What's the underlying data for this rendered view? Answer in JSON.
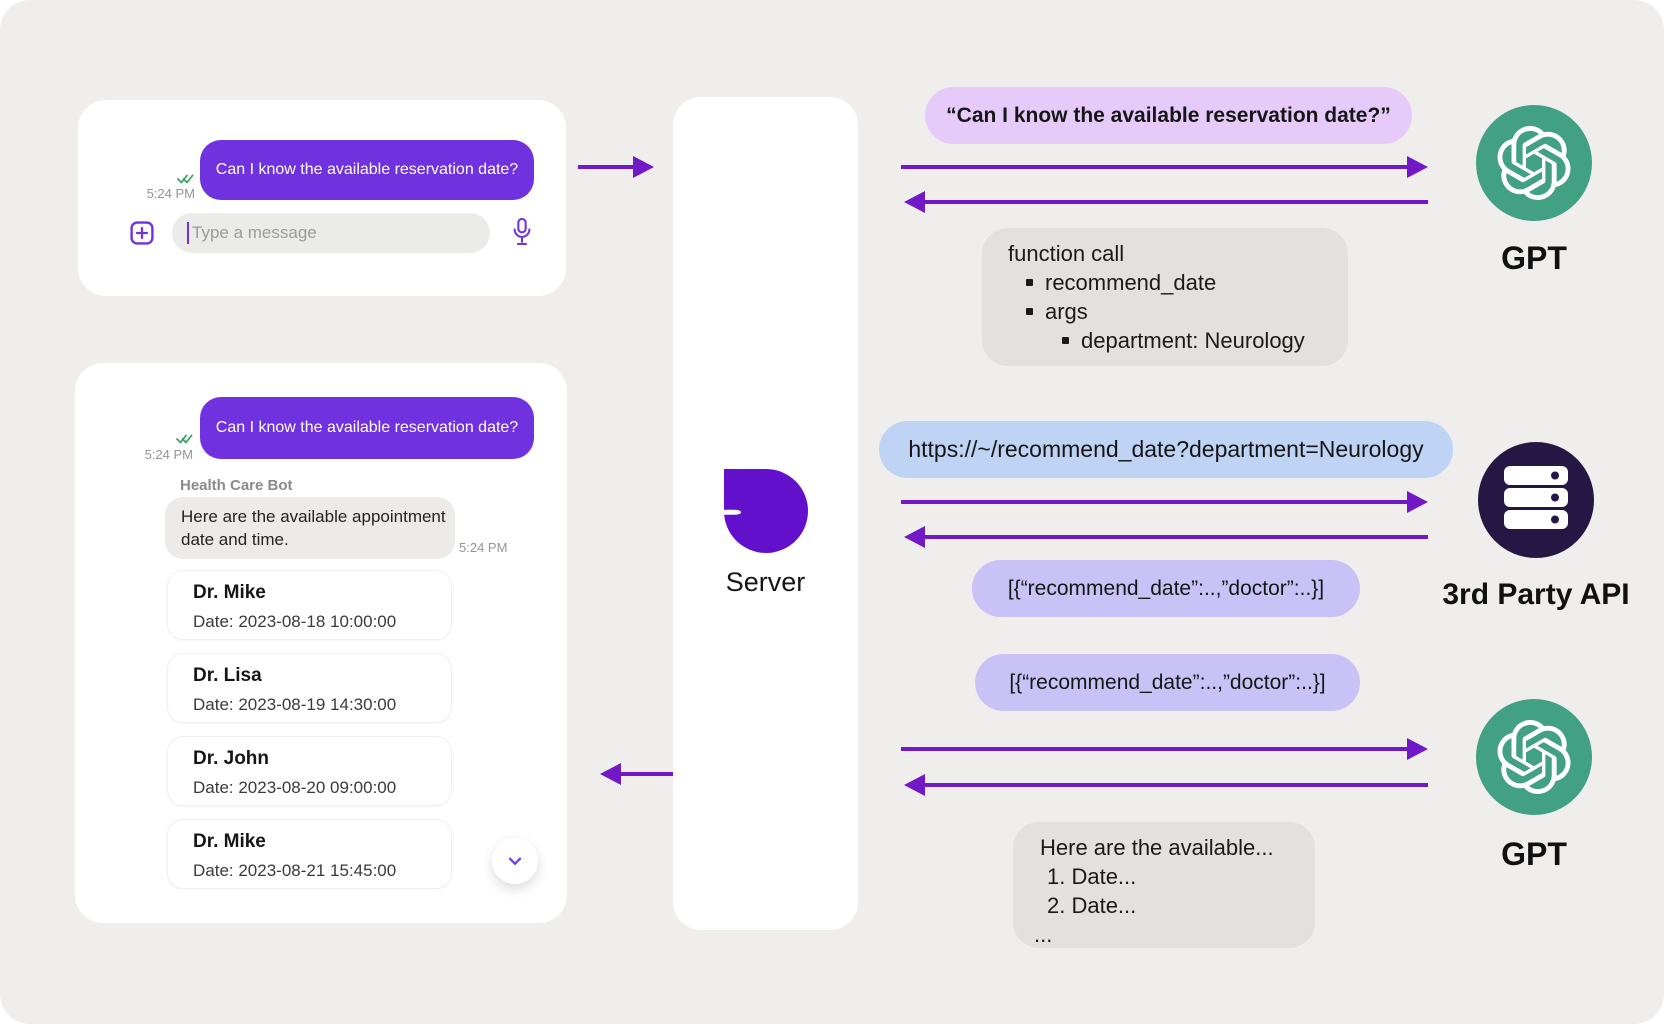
{
  "colors": {
    "primary_purple": "#7032DE",
    "logo_purple": "#6210CC",
    "arrow_purple": "#7118C7",
    "gpt_green": "#42A083",
    "api_navy": "#241743",
    "request_bubble_bg": "#E6CBFA",
    "url_bubble_bg": "#BFD3F5",
    "json_bubble_bg": "#C9C2F6",
    "gray_box_bg": "#E2E1E0",
    "check_green": "#3BA55D",
    "background": "#EFEEED"
  },
  "chat_initial": {
    "message": "Can I know the available reservation date?",
    "timestamp": "5:24 PM",
    "input_placeholder": "Type a message"
  },
  "chat_result": {
    "message": "Can I know the available reservation date?",
    "timestamp": "5:24 PM",
    "bot_name": "Health Care Bot",
    "bot_message": [
      "Here are the available appointment",
      "date and time."
    ],
    "bot_timestamp": "5:24 PM",
    "appointments": [
      {
        "doctor": "Dr. Mike",
        "date": "Date: 2023-08-18 10:00:00"
      },
      {
        "doctor": "Dr. Lisa",
        "date": "Date: 2023-08-19 14:30:00"
      },
      {
        "doctor": "Dr. John",
        "date": "Date: 2023-08-20 09:00:00"
      },
      {
        "doctor": "Dr. Mike",
        "date": "Date: 2023-08-21 15:45:00"
      }
    ]
  },
  "server": {
    "label": "Server"
  },
  "flow": {
    "request_quote": "“Can I know the available reservation date?”",
    "gpt_top_label": "GPT",
    "function_call": {
      "title": "function call",
      "items": [
        "recommend_date",
        "args",
        "department: Neurology"
      ]
    },
    "api_url": "https://~/recommend_date?department=Neurology",
    "api_label": "3rd Party API",
    "api_response": "[{“recommend_date”:..,”doctor”:..}]",
    "gpt_input": "[{“recommend_date”:..,”doctor”:..}]",
    "gpt_bottom_label": "GPT",
    "final_response": {
      "line1": "Here are the available...",
      "line2": "1. Date...",
      "line3": "2. Date...",
      "line4": "..."
    }
  }
}
